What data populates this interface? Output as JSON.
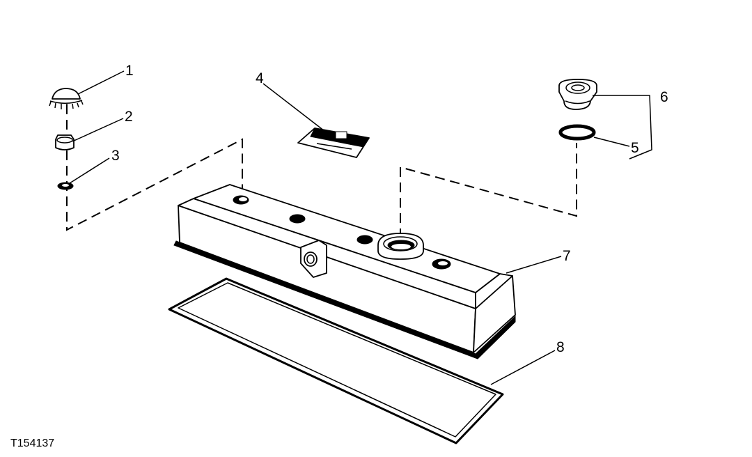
{
  "figure_id": "T154137",
  "callouts": [
    "1",
    "2",
    "3",
    "4",
    "5",
    "6",
    "7",
    "8"
  ]
}
